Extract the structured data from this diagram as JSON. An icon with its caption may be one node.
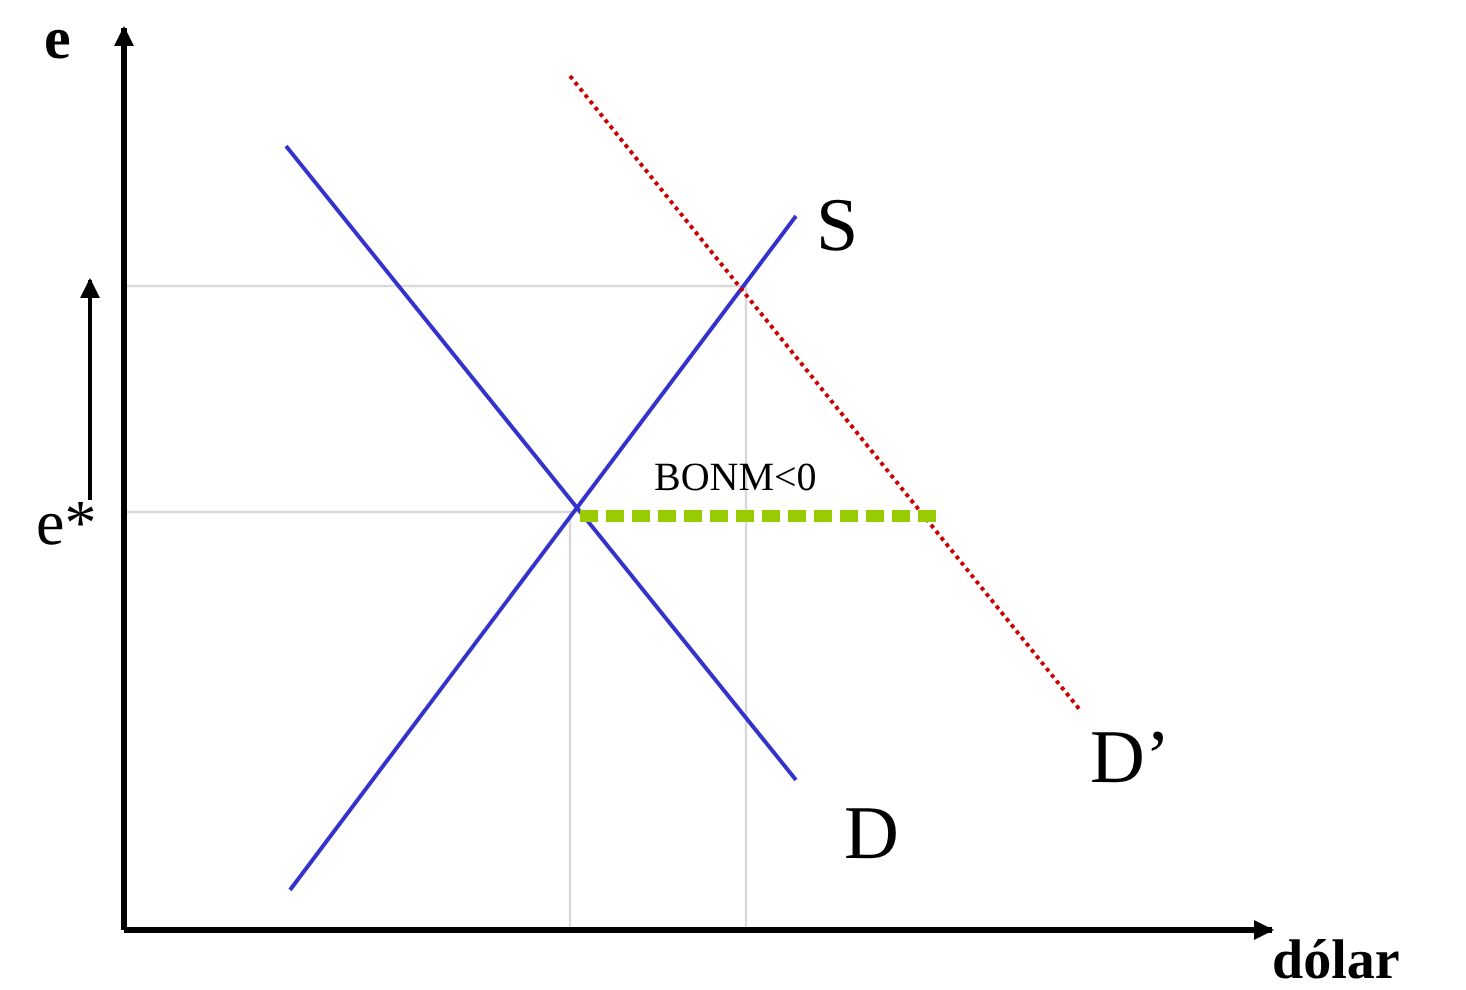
{
  "diagram": {
    "labels": [
      "e",
      "S",
      "BONM<0",
      "e*",
      "D’",
      "D",
      "dólar"
    ]
  }
}
